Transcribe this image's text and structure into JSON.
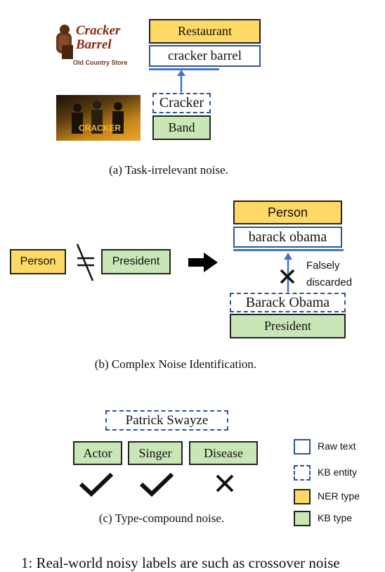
{
  "panel_a": {
    "logo_top_text": "Cracker Barrel",
    "logo_sub_text": "Old Country Store",
    "band_photo_text": "CRACKER",
    "ner_label": "Restaurant",
    "raw_text": "cracker barrel",
    "entity_text": "Cracker",
    "kb_label": "Band",
    "caption": "(a) Task-irrelevant noise."
  },
  "panel_b": {
    "left_ner": "Person",
    "left_kb": "President",
    "ner_label": "Person",
    "raw_text": "barack obama",
    "annotation": "Falsely discarded",
    "entity_text": "Barack Obama",
    "kb_label": "President",
    "caption": "(b) Complex Noise Identification."
  },
  "panel_c": {
    "entity_text": "Patrick Swayze",
    "types": [
      "Actor",
      "Singer",
      "Disease"
    ],
    "caption": "(c) Type-compound noise."
  },
  "legend": {
    "items": [
      "Raw text",
      "KB entity",
      "NER type",
      "KB type"
    ]
  },
  "footer_partial": "1: Real-world noisy labels are such as crossover noise",
  "colors": {
    "ner": "#ffd966",
    "kb": "#c9e6b7",
    "blue": "#2f5597",
    "arrow": "#4472c4"
  }
}
